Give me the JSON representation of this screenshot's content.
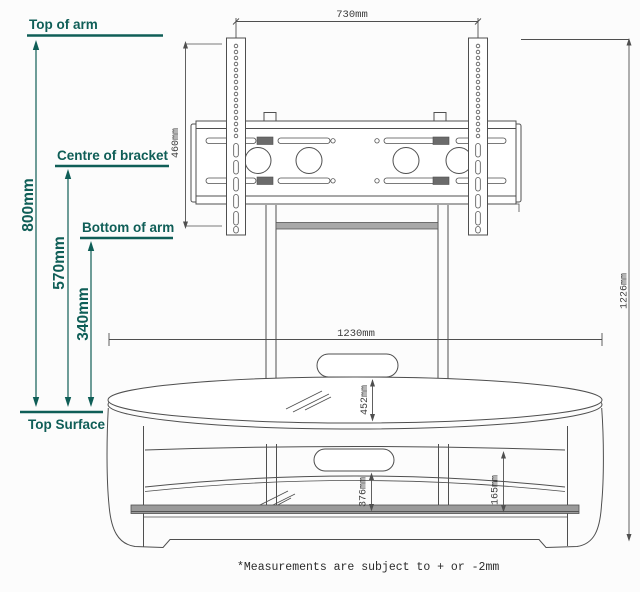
{
  "meta": {
    "description": "Technical dimension drawing of a cantilever TV stand with TV mounting bracket"
  },
  "colors": {
    "annotation_teal": "#0f5e57",
    "line_gray": "#4f4f4f",
    "text_dark": "#3c3c3c",
    "shelf_band_gray": "#9a9a9a",
    "crossbar_gray": "#a8a8a8"
  },
  "labels": {
    "top_of_arm": "Top of arm",
    "centre_of_bracket": "Centre of bracket",
    "bottom_of_arm": "Bottom of arm",
    "top_surface": "Top Surface"
  },
  "height_dimensions": {
    "top_of_arm_above_surface": "800mm",
    "centre_of_bracket_above_surface": "570mm",
    "bottom_of_arm_above_surface": "340mm"
  },
  "dimensions": {
    "arm_spacing_width": "730mm",
    "arm_length": "460mm",
    "overall_height": "1226mm",
    "cabinet_width": "1230mm",
    "top_shelf_depth": "452mm",
    "lower_shelf_depth": "376mm",
    "shelf_opening_height": "165mm"
  },
  "note": "*Measurements are subject to + or -2mm"
}
